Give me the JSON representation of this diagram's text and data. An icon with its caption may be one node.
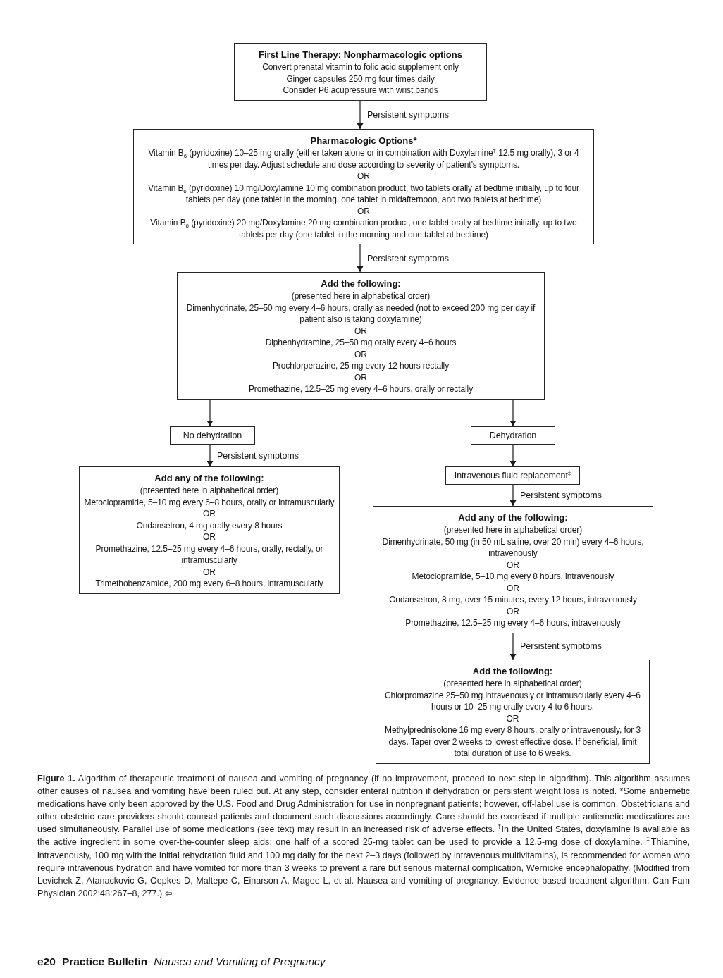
{
  "diagram": {
    "caption": "**Figure 1.** Algorithm of therapeutic treatment of nausea and vomiting of pregnancy (if no improvement, proceed to next step in algorithm). This algorithm assumes other causes of nausea and vomiting have been ruled out. At any step, consider enteral nutrition if dehydration or persistent weight loss is noted. *Some antiemetic medications have only been approved by the U.S. Food and Drug Administration for use in nonpregnant patients; however, off-label use is common. Obstetricians and other obstetric care providers should counsel patients and document such discussions accordingly. Care should be exercised if multiple antiemetic medications are used simultaneously. Parallel use of some medications (see text) may result in an increased risk of adverse effects. $^{†}$In the United States, doxylamine is available as the active ingredient in some over-the-counter sleep aids; one half of a scored 25-mg tablet can be used to provide a 12.5-mg dose of doxylamine. $^{‡}$Thiamine, intravenously, 100 mg with the initial rehydration fluid and 100 mg daily for the next 2–3 days (followed by intravenous multivitamins), is recommended for women who require intravenous hydration and have vomited for more than 3 weeks to prevent a rare but serious maternal complication, Wernicke encephalopathy. (Modified from Levichek Z, Atanackovic G, Oepkes D, Maltepe C, Einarson A, Magee L, et al. Nausea and vomiting of pregnancy. Evidence-based treatment algorithm. Can Fam Physician 2002;48:267–8, 277.) ⇦",
    "nodes": [
      {
        "text": [
          "First Line Therapy: Nonpharmacologic options",
          "Convert prenatal vitamin to folic acid supplement only",
          "Ginger capsules 250 mg four times daily",
          "Consider P6 acupressure with wrist bands"
        ]
      },
      {
        "text": [
          "Pharmacologic Options*",
          "Vitamin B$_{6}$ (pyridoxine) 10–25 mg orally (either taken alone or in combination with Doxylamine$^{†}$ 12.5 mg orally), 3 or 4 times per day. Adjust schedule and dose according to severity of patient’s symptoms.",
          "OR",
          "Vitamin B$_{6}$ (pyridoxine) 10 mg/Doxylamine 10 mg combination product, two tablets orally at bedtime initially, up to four tablets per day (one tablet in the morning, one tablet in midafternoon, and two tablets at bedtime)",
          "OR",
          "Vitamin B$_{6}$ (pyridoxine) 20 mg/Doxylamine 20 mg combination product, one tablet orally at bedtime initially, up to two tablets per day (one tablet in the morning and one tablet at bedtime)"
        ]
      },
      {
        "text": [
          "Add the following:",
          "(presented here in alphabetical order)",
          "Dimenhydrinate, 25–50 mg every 4–6 hours, orally as needed (not to exceed 200 mg per day if patient also is taking doxylamine)",
          "OR",
          "Diphenhydramine, 25–50 mg orally every 4–6 hours",
          "OR",
          "Prochlorperazine, 25 mg every 12 hours rectally",
          "OR",
          "Promethazine, 12.5–25 mg every 4–6 hours, orally or rectally"
        ]
      },
      {
        "text": [
          "No dehydration"
        ]
      },
      {
        "text": [
          "Dehydration"
        ]
      },
      {
        "text": [
          "Add any of the following:",
          "(presented here in alphabetical order)",
          "Metoclopramide, 5–10 mg every 6–8 hours, orally or intramuscularly",
          "OR",
          "Ondansetron, 4 mg orally every 8 hours",
          "OR",
          "Promethazine, 12.5–25 mg every 4–6 hours, orally, rectally, or intramuscularly",
          "OR",
          "Trimethobenzamide, 200 mg every 6–8 hours, intramuscularly"
        ]
      },
      {
        "text": [
          "Intravenous fluid replacement$^{‡}$"
        ]
      },
      {
        "text": [
          "Add any of the following:",
          "(presented here in alphabetical order)",
          "Dimenhydrinate, 50 mg (in 50 mL saline, over 20 min) every 4–6 hours, intravenously",
          "OR",
          "Metoclopramide, 5–10 mg every 8 hours, intravenously",
          "OR",
          "Ondansetron, 8 mg, over 15 minutes, every 12 hours, intravenously",
          "OR",
          "Promethazine, 12.5–25 mg every 4–6 hours, intravenously"
        ]
      },
      {
        "text": [
          "Add the following:",
          "(presented here in alphabetical order)",
          "Chlorpromazine 25–50 mg intravenously or intramuscularly every 4–6 hours or 10–25 mg orally every 4 to 6 hours.",
          "OR",
          "Methylprednisolone 16 mg every 8 hours, orally or intravenously, for 3 days. Taper over 2 weeks to lowest effective dose. If beneficial, limit total duration of use to 6 weeks."
        ]
      }
    ],
    "edges": [
      {
        "from": 0,
        "to": 1,
        "arrow": "to",
        "label": "Persistent symptoms"
      },
      {
        "from": 1,
        "to": 2,
        "arrow": "to",
        "label": "Persistent symptoms"
      },
      {
        "from": 2,
        "to": 3,
        "arrow": "to"
      },
      {
        "from": 2,
        "to": 4,
        "arrow": "to"
      },
      {
        "from": 3,
        "to": 5,
        "arrow": "to",
        "label": "Persistent symptoms"
      },
      {
        "from": 4,
        "to": 6,
        "arrow": "to"
      },
      {
        "from": 6,
        "to": 7,
        "arrow": "to",
        "label": "Persistent symptoms"
      },
      {
        "from": 7,
        "to": 8,
        "arrow": "to",
        "label": "Persistent symptoms"
      }
    ],
    "labels": [
      "e20",
      "Practice Bulletin",
      "Nausea and Vomiting of Pregnancy"
    ]
  }
}
